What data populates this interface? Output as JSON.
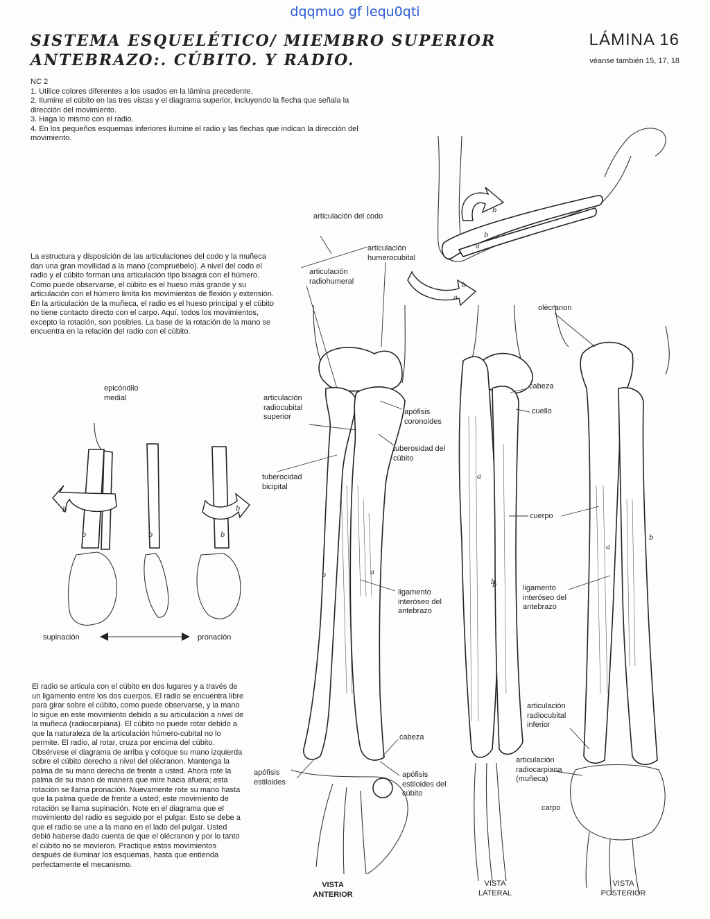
{
  "watermark": "dqqmuo gf lequ0qti",
  "header": {
    "title_line1": "SISTEMA ESQUELÉTICO/ MIEMBRO SUPERIOR",
    "title_line2": "ANTEBRAZO:. CÚBITO. Y RADIO.",
    "plate": "LÁMINA 16",
    "see_also": "véanse también 15, 17, 18"
  },
  "instructions": {
    "heading": "NC 2",
    "steps": [
      "Utilice colores diferentes a los usados en la lámina precedente.",
      "Ilumine el cúbito en las tres vistas y el diagrama superior, incluyendo la flecha que señala la dirección del movimiento.",
      "Haga lo mismo con el radio.",
      "En los pequeños esquemas inferiores ilumine el radio y las flechas que indican la dirección del movimiento."
    ]
  },
  "paragraph1": "La estructura y disposición de las articulaciones del codo y la muñeca dan una gran movilidad a la mano (compruébelo). A nivel del codo el radio y el cúbito forman una articulación tipo bisagra con el húmero. Como puede observarse, el cúbito es el hueso más grande y su articulación con el húmero limita los movimientos de flexión y extensión. En la articulación de la muñeca, el radio es el hueso principal y el cúbito no tiene contacto directo con el carpo. Aquí, todos los movimientos, excepto la rotación, son posibles. La base de la rotación de la mano se encuentra en la relación del radio con el cúbito.",
  "paragraph2": "El radio se articula con el cúbito en dos lugares y a través de un ligamento entre los dos cuerpos. El radio se encuentra libre para girar sobre el cúbito, como puede observarse, y la mano lo sigue en este movimiento debido a su articulación a nivel de la muñeca (radiocarpiana). El cúbito no puede rotar debido a que la naturaleza de la articulación húmero-cubital no lo permite. El radio, al rotar, cruza por encima del cúbito. Obsérvese el diagrama de arriba y coloque su mano izquierda sobre el cúbito derecho a nivel del olécranon. Mantenga la palma de su mano derecha de frente a usted. Ahora rote la palma de su mano de manera que mire hacia afuera; esta rotación se llama pronación. Nuevamente rote su mano hasta que la palma quede de frente a usted; este movimiento de rotación se llama supinación. Note en el diagrama que el movimiento del radio es seguido por el pulgar. Esto se debe a que el radio se une a la mano en el lado del pulgar. Usted debió haberse dado cuenta de que el olécranon y por lo tanto el cúbito no se movieron. Practique estos movimientos después de iluminar los esquemas, hasta que entienda perfectamente el mecanismo.",
  "labels": {
    "articulacion_codo": "articulación del codo",
    "articulacion_humerocubital": "articulación humerocubital",
    "articulacion_radiohumeral": "articulación radiohumeral",
    "olecranon": "olècranon",
    "epicondilo_medial": "epicóndilo medial",
    "articulacion_radiocubital_superior": "articulación radiocubital superior",
    "apofisis_coronoides": "apófisis coronoides",
    "tuberosidad_cubito": "tuberosidad del cúbito",
    "tuberocidad_bicipital": "tuberocidad bicipital",
    "cabeza_top": "cabeza",
    "cuello": "cuello",
    "cuerpo": "cuerpo",
    "ligamento_1": "ligamento interóseo del antebrazo",
    "ligamento_2": "ligamento interóseo del antebrazo",
    "articulacion_radiocubital_inferior": "articulación radiocubital inferior",
    "cabeza_bottom": "cabeza",
    "apofisis_estiloides": "apófisis estiloides",
    "apofisis_estiloides_cubito": "apófisis estiloides del cúbito",
    "articulacion_radiocarpiana": "articulación radiocarpiana (muñeca)",
    "carpo": "carpo",
    "supinacion": "supinación",
    "pronacion": "pronación"
  },
  "views": {
    "anterior": "VISTA ANTERIOR",
    "lateral": "VISTA LATERAL",
    "posterior": "VISTA POSTERIOR"
  },
  "letters": {
    "a": "a",
    "b": "b"
  }
}
